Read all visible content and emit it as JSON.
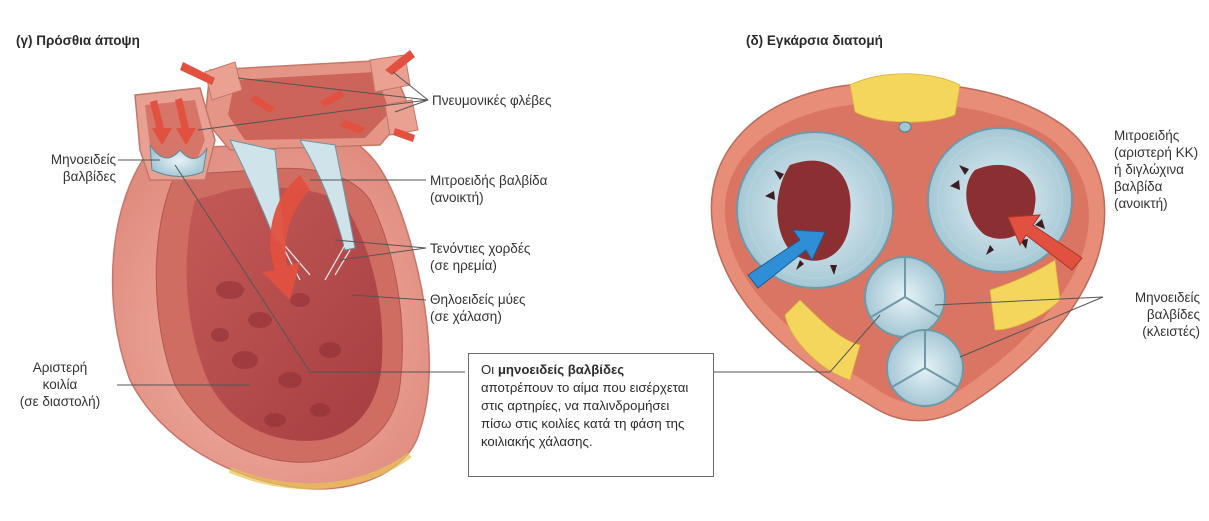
{
  "panel_c": {
    "title": "(γ) Πρόσθια άποψη",
    "labels": {
      "pulmonary_veins": "Πνευμονικές φλέβες",
      "semilunar_valves": [
        "Μηνοειδείς",
        "βαλβίδες"
      ],
      "mitral_valve_open": [
        "Μιτροειδής βαλβίδα",
        "(ανοικτή)"
      ],
      "chordae": [
        "Τενόντιες χορδές",
        "(σε ηρεμία)"
      ],
      "papillary": [
        "Θηλοειδείς μύες",
        "(σε χάλαση)"
      ],
      "left_ventricle": [
        "Αριστερή",
        "κοιλία",
        "(σε διαστολή)"
      ]
    }
  },
  "panel_d": {
    "title": "(δ) Εγκάρσια διατομή",
    "labels": {
      "mitral": [
        "Μιτροειδής",
        "(αριστερή ΚΚ)",
        "ή διγλώχινα",
        "βαλβίδα",
        "(ανοικτή)"
      ],
      "semilunar_closed": [
        "Μηνοειδείς",
        "βαλβίδες",
        "(κλειστές)"
      ]
    }
  },
  "callout": {
    "prefix": "Οι ",
    "bold": "μηνοειδείς βαλβίδες",
    "lines": [
      "αποτρέπουν το αίμα που εισέρχεται",
      "στις αρτηρίες, να παλινδρομήσει",
      "πίσω στις κοιλίες κατά τη φάση της",
      "κοιλιακής χάλασης."
    ]
  },
  "colors": {
    "myocardium": "#e79a8c",
    "myocardium_dark": "#c65e53",
    "chamber": "#b9484a",
    "valve": "#c8e1ea",
    "fat": "#f4d65c",
    "arrow_red": "#e2503f",
    "arrow_blue": "#2f8fd6"
  }
}
